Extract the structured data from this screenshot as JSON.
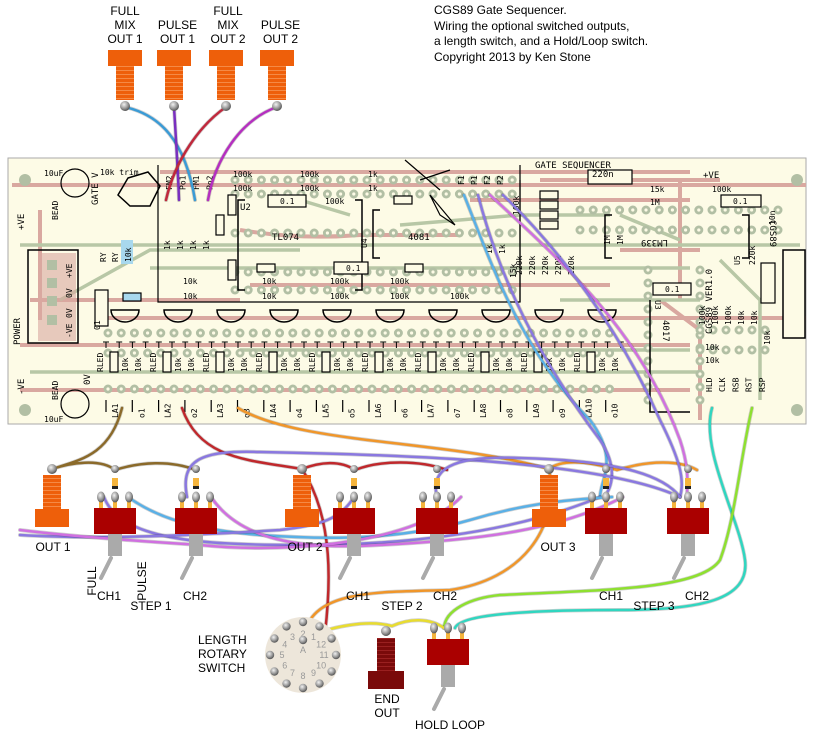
{
  "title": {
    "lines": [
      "CGS89 Gate Sequencer.",
      "Wiring the optional switched outputs,",
      "a length switch, and a Hold/Loop switch.",
      "Copyright 2013 by Ken Stone"
    ]
  },
  "top_jacks": [
    {
      "label": "FULL\nMIX\nOUT 1",
      "wire_color": "#3a9bd6",
      "pcb_pin": "FM1"
    },
    {
      "label": "PULSE\nOUT 1",
      "wire_color": "#7a2fc0",
      "pcb_pin": "Po1"
    },
    {
      "label": "FULL\nMIX\nOUT 2",
      "wire_color": "#c0283c",
      "pcb_pin": "FM2"
    },
    {
      "label": "PULSE\nOUT 2",
      "wire_color": "#b52fc0",
      "pcb_pin": "Po2"
    }
  ],
  "pcb": {
    "header": "GATE SEQUENCER",
    "version_label": "CGS89 VER1.0",
    "code_label": "CGS89",
    "power_label": "POWER",
    "power_pins": [
      "-VE",
      "0V",
      "0V",
      "+VE"
    ],
    "plus_ve": "+VE",
    "minus_ve": "-VE",
    "zero_v": "0V",
    "bead": "BEAD",
    "cap_10uf": "10uF",
    "trim": "10k trim",
    "gate_v": "GATE V",
    "ic_labels": [
      "TL074",
      "4081",
      "LM339",
      "4017"
    ],
    "ic_ids": [
      "U2",
      "U4",
      "U5",
      "U3"
    ],
    "cap_01": "0.1",
    "cap_220n": "220n",
    "cap_10n": "10n",
    "res_labels": [
      "100k",
      "1k",
      "10k",
      "15k",
      "1M",
      "220k",
      "RLED",
      "RY"
    ],
    "top_pins": [
      "FM2",
      "Po1",
      "FM1",
      "Po2"
    ],
    "f_pins": [
      "F1",
      "P1",
      "F2",
      "P2"
    ],
    "bottom_pins": [
      "LA1",
      "o1",
      "LA2",
      "o2",
      "LA3",
      "o3",
      "LA4",
      "o4",
      "LA5",
      "o5",
      "LA6",
      "o6",
      "LA7",
      "o7",
      "LA8",
      "o8",
      "LA9",
      "o9",
      "LA10",
      "o10"
    ],
    "control_pins": [
      "HLD",
      "CLK",
      "RSB",
      "RST",
      "RSP"
    ]
  },
  "steps": [
    {
      "out_label": "OUT 1",
      "step_label": "STEP 1",
      "ch1": "CH1",
      "ch2": "CH2",
      "full_label": "FULL",
      "pulse_label": "PULSE",
      "wire_color": "#8b6a2a"
    },
    {
      "out_label": "OUT 2",
      "step_label": "STEP 2",
      "ch1": "CH1",
      "ch2": "CH2",
      "wire_color": "#c0282c"
    },
    {
      "out_label": "OUT 3",
      "step_label": "STEP 3",
      "ch1": "CH1",
      "ch2": "CH2",
      "wire_color": "#f0962a"
    }
  ],
  "rotary": {
    "label": "LENGTH\nROTARY\nSWITCH",
    "positions": [
      "1",
      "2",
      "3",
      "4",
      "5",
      "6",
      "7",
      "8",
      "9",
      "10",
      "11",
      "12"
    ],
    "common": "A"
  },
  "end_out": {
    "label": "END\nOUT"
  },
  "hold_loop": {
    "label": "HOLD LOOP"
  },
  "colors": {
    "jack_orange": "#ee5f0a",
    "jack_dark": "#7a0a0a",
    "switch_red": "#aa0000",
    "pcb_bg": "#fdfbe6",
    "trace_red": "#d9a8a0",
    "trace_green": "#b8c7a6",
    "pad": "#b2bfa4",
    "wire_yellow": "#e8dc30",
    "wire_teal": "#30d6c0",
    "wire_green": "#8ee030",
    "wire_blue": "#5ab0e6",
    "wire_violet": "#8a78e0",
    "wire_pink": "#d070e0"
  }
}
